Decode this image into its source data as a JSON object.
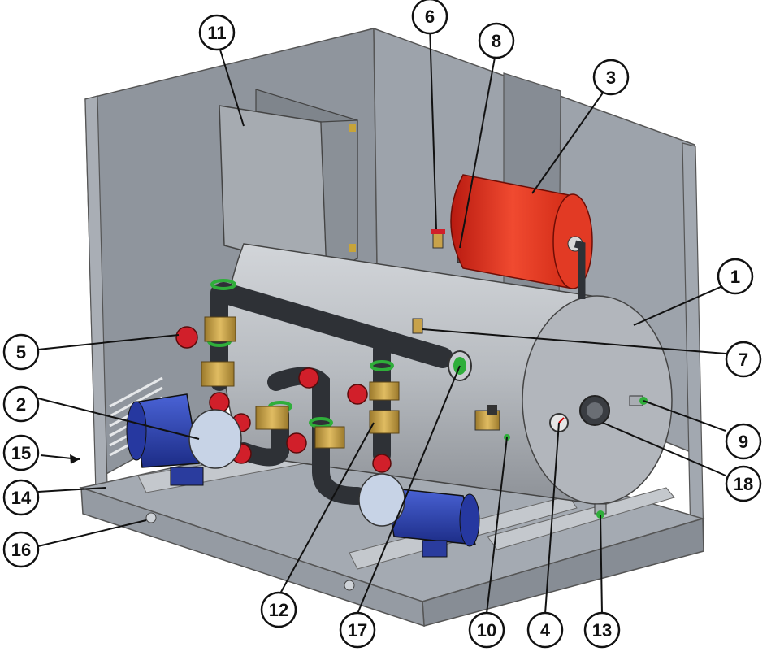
{
  "diagram": {
    "callouts": [
      "1",
      "2",
      "3",
      "4",
      "5",
      "6",
      "7",
      "8",
      "9",
      "10",
      "11",
      "12",
      "13",
      "14",
      "15",
      "16",
      "17",
      "18"
    ]
  },
  "colors": {
    "frame": "#9aa0a8",
    "frame_dark": "#7e848c",
    "tank": "#b9bdc2",
    "tank_end": "#a8acb2",
    "pipe": "#2e3136",
    "expansion_vessel": "#e8301e",
    "valve_handle": "#d11f2a",
    "brass": "#c8a24a",
    "pump_motor": "#2d43b8",
    "pump_body": "#b8c8e0",
    "seal_ring": "#2fae3a",
    "callout_circle": "#ffffff",
    "callout_stroke": "#111111"
  },
  "icons": [
    "tank",
    "expansion-vessel",
    "pump",
    "valve",
    "gauge",
    "control-box",
    "pipe"
  ]
}
